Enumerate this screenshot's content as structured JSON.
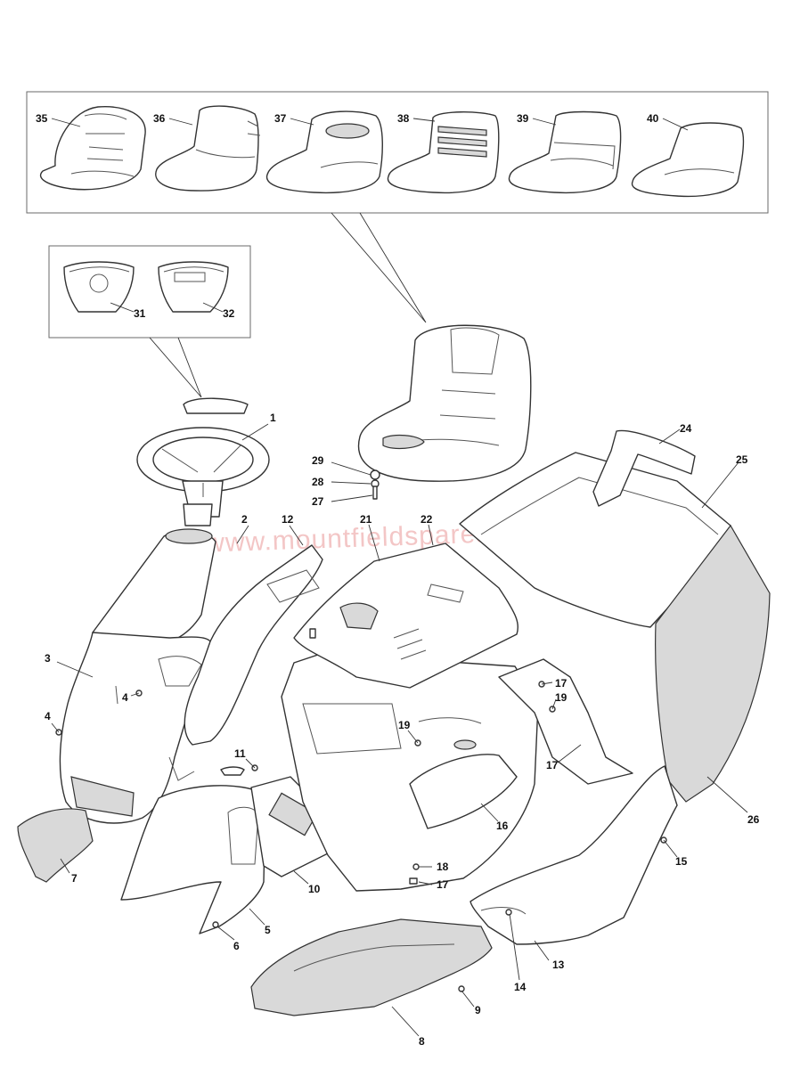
{
  "watermark": "www.mountfieldspares.direct",
  "parts": [
    {
      "id": "p1",
      "label": "1"
    },
    {
      "id": "p2",
      "label": "2"
    },
    {
      "id": "p3",
      "label": "3"
    },
    {
      "id": "p4a",
      "label": "4"
    },
    {
      "id": "p4b",
      "label": "4"
    },
    {
      "id": "p5",
      "label": "5"
    },
    {
      "id": "p6",
      "label": "6"
    },
    {
      "id": "p7",
      "label": "7"
    },
    {
      "id": "p8",
      "label": "8"
    },
    {
      "id": "p9",
      "label": "9"
    },
    {
      "id": "p10",
      "label": "10"
    },
    {
      "id": "p11",
      "label": "11"
    },
    {
      "id": "p12",
      "label": "12"
    },
    {
      "id": "p13",
      "label": "13"
    },
    {
      "id": "p14",
      "label": "14"
    },
    {
      "id": "p15",
      "label": "15"
    },
    {
      "id": "p16",
      "label": "16"
    },
    {
      "id": "p17a",
      "label": "17"
    },
    {
      "id": "p17b",
      "label": "17"
    },
    {
      "id": "p17c",
      "label": "17"
    },
    {
      "id": "p18",
      "label": "18"
    },
    {
      "id": "p19a",
      "label": "19"
    },
    {
      "id": "p19b",
      "label": "19"
    },
    {
      "id": "p21",
      "label": "21"
    },
    {
      "id": "p22",
      "label": "22"
    },
    {
      "id": "p24",
      "label": "24"
    },
    {
      "id": "p25",
      "label": "25"
    },
    {
      "id": "p26",
      "label": "26"
    },
    {
      "id": "p27",
      "label": "27"
    },
    {
      "id": "p28",
      "label": "28"
    },
    {
      "id": "p29",
      "label": "29"
    },
    {
      "id": "p31",
      "label": "31"
    },
    {
      "id": "p32",
      "label": "32"
    },
    {
      "id": "p35",
      "label": "35"
    },
    {
      "id": "p36",
      "label": "36"
    },
    {
      "id": "p37",
      "label": "37"
    },
    {
      "id": "p38",
      "label": "38"
    },
    {
      "id": "p39",
      "label": "39"
    },
    {
      "id": "p40",
      "label": "40"
    }
  ]
}
